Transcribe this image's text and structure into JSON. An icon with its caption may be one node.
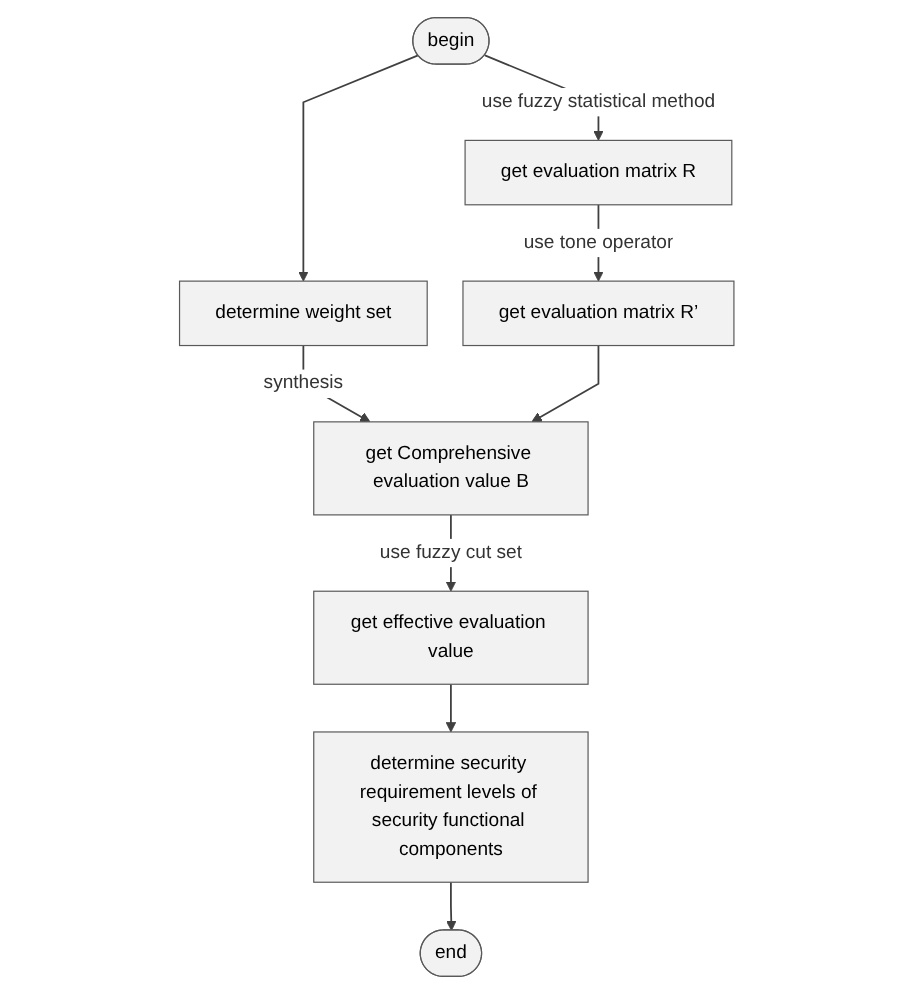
{
  "diagram": {
    "nodes": [
      {
        "text": [
          "begin"
        ]
      },
      {
        "text": [
          "determine weight set"
        ]
      },
      {
        "text": [
          "get evaluation matrix R"
        ]
      },
      {
        "text": [
          "get Comprehensive evaluation value B"
        ]
      },
      {
        "text": [
          "get effective evaluation value"
        ]
      },
      {
        "text": [
          "get evaluation matrix R’"
        ]
      },
      {
        "text": [
          "determine security requirement levels of security functional components"
        ]
      },
      {
        "text": [
          "end"
        ]
      }
    ],
    "edges": [
      {
        "from": 0,
        "to": 1,
        "arrow": "to"
      },
      {
        "from": 0,
        "to": 2,
        "arrow": "to",
        "label": "use fuzzy statistical method"
      },
      {
        "from": 1,
        "to": 3,
        "arrow": "to",
        "label": "synthesis"
      },
      {
        "from": 2,
        "to": 5,
        "arrow": "to",
        "label": "use tone operator"
      },
      {
        "from": 5,
        "to": 3,
        "arrow": "to"
      },
      {
        "from": 3,
        "to": 4,
        "arrow": "to",
        "label": "use fuzzy cut set"
      },
      {
        "from": 4,
        "to": 6,
        "arrow": "to"
      },
      {
        "from": 6,
        "to": 7,
        "arrow": "to"
      }
    ]
  }
}
